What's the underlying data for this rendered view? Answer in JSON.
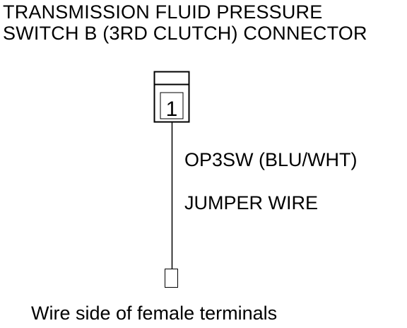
{
  "title": {
    "line1": "TRANSMISSION FLUID PRESSURE",
    "line2": "SWITCH B (3RD CLUTCH) CONNECTOR"
  },
  "connector": {
    "pin_number": "1"
  },
  "wire_label": "OP3SW (BLU/WHT)",
  "jumper_label": "JUMPER WIRE",
  "footer_caption": "Wire side of female terminals",
  "colors": {
    "ink": "#000000",
    "background": "#ffffff"
  }
}
